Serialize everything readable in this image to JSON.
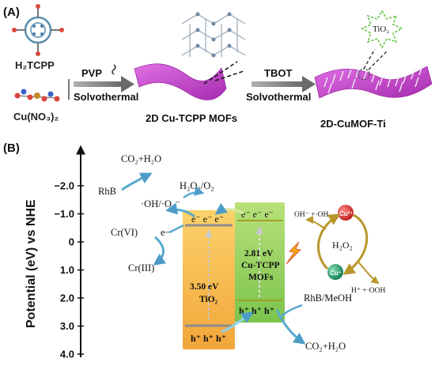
{
  "panel_a": {
    "label": "(A)",
    "h2tcpp": "H₂TCPP",
    "cu_no3": "Cu(NO₃)₂",
    "pvp": "PVP",
    "solvothermal_1": "Solvothermal",
    "mof_label": "2D Cu-TCPP MOFs",
    "tbot": "TBOT",
    "solvothermal_2": "Solvothermal",
    "tio2_star": "TiO₂",
    "product_label": "2D-CuMOF-Ti"
  },
  "panel_b": {
    "label": "(B)",
    "y_axis_label": "Potential (eV) vs NHE",
    "ticks": [
      "−2.0",
      "−1.0",
      "0",
      "1.0",
      "2.0",
      "3.0",
      "4.0"
    ],
    "co2_h2o_top": "CO₂+H₂O",
    "rhb": "RhB",
    "oh_o2": "·OH/·O₂⁻",
    "h2o2_o2": "H₂O₂/O₂",
    "cr6": "Cr(VI)",
    "e_minus": "e−",
    "cr3": "Cr(III)",
    "tio2_electrons": "e⁻ e⁻ e⁻",
    "tio2_gap": "3.50 eV",
    "tio2_name": "TiO₂",
    "tio2_holes": "h⁺ h⁺ h⁺",
    "mof_electrons": "e⁻ e⁻ e⁻",
    "mof_gap": "2.81 eV",
    "mof_name_1": "Cu-TCPP",
    "mof_name_2": "MOFs",
    "mof_holes": "h⁺ h⁺ h⁺",
    "oh_products": "OH⁻ +·OH",
    "cu2": "Cu²⁺",
    "cu1": "Cu⁺",
    "h2o2_cycle": "H₂O₂",
    "h_ooh": "H⁺ +·OOH",
    "rhb_meoh": "RhB/MeOH",
    "co2_h2o_bottom": "CO₂+H₂O"
  },
  "colors": {
    "tio2_box": "#f6b443",
    "mof_box": "#8fce5a",
    "purple_sheet": "#c43fc9",
    "arrow_blue": "#5aa9cf",
    "cycle_arrow": "#b8962a",
    "cu2_ball": "#d42a2a",
    "cu1_ball": "#1e9c6c",
    "lightning": "#f0a81c"
  }
}
